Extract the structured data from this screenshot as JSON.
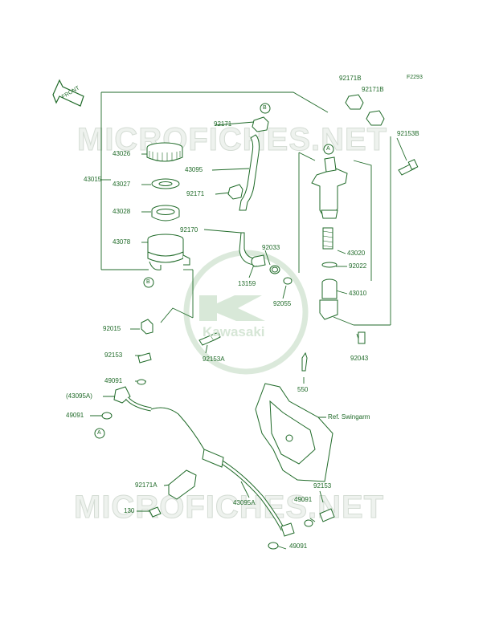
{
  "diagram": {
    "code": "F2293",
    "front_label": "FRONT",
    "watermark_text": "MICROFICHES.NET",
    "logo_text": "Kawasaki",
    "brand_green": "#1f6a28",
    "labels": [
      {
        "id": "92171B-a",
        "text": "92171B"
      },
      {
        "id": "92171B-b",
        "text": "92171B"
      },
      {
        "id": "92153B",
        "text": "92153B"
      },
      {
        "id": "92171-a",
        "text": "92171"
      },
      {
        "id": "43026",
        "text": "43026"
      },
      {
        "id": "43095",
        "text": "43095"
      },
      {
        "id": "43015",
        "text": "43015"
      },
      {
        "id": "43027",
        "text": "43027"
      },
      {
        "id": "92171-b",
        "text": "92171"
      },
      {
        "id": "43028",
        "text": "43028"
      },
      {
        "id": "92170",
        "text": "92170"
      },
      {
        "id": "92033",
        "text": "92033"
      },
      {
        "id": "43020",
        "text": "43020"
      },
      {
        "id": "43078",
        "text": "43078"
      },
      {
        "id": "92022",
        "text": "92022"
      },
      {
        "id": "13159",
        "text": "13159"
      },
      {
        "id": "43010",
        "text": "43010"
      },
      {
        "id": "92055",
        "text": "92055"
      },
      {
        "id": "92015",
        "text": "92015"
      },
      {
        "id": "92043",
        "text": "92043"
      },
      {
        "id": "92153-a",
        "text": "92153"
      },
      {
        "id": "92153A",
        "text": "92153A"
      },
      {
        "id": "49091-a",
        "text": "49091"
      },
      {
        "id": "550",
        "text": "550"
      },
      {
        "id": "43095A-paren",
        "text": "(43095A)"
      },
      {
        "id": "49091-b",
        "text": "49091"
      },
      {
        "id": "ref-swingarm",
        "text": "Ref. Swingarm"
      },
      {
        "id": "92171A",
        "text": "92171A"
      },
      {
        "id": "43095A",
        "text": "43095A"
      },
      {
        "id": "92153-b",
        "text": "92153"
      },
      {
        "id": "130",
        "text": "130"
      },
      {
        "id": "49091-c",
        "text": "49091"
      },
      {
        "id": "49091-d",
        "text": "49091"
      }
    ],
    "callouts": [
      {
        "id": "A-top",
        "text": "A"
      },
      {
        "id": "B-top",
        "text": "B"
      },
      {
        "id": "B-res",
        "text": "B"
      },
      {
        "id": "A-left",
        "text": "A"
      }
    ]
  }
}
